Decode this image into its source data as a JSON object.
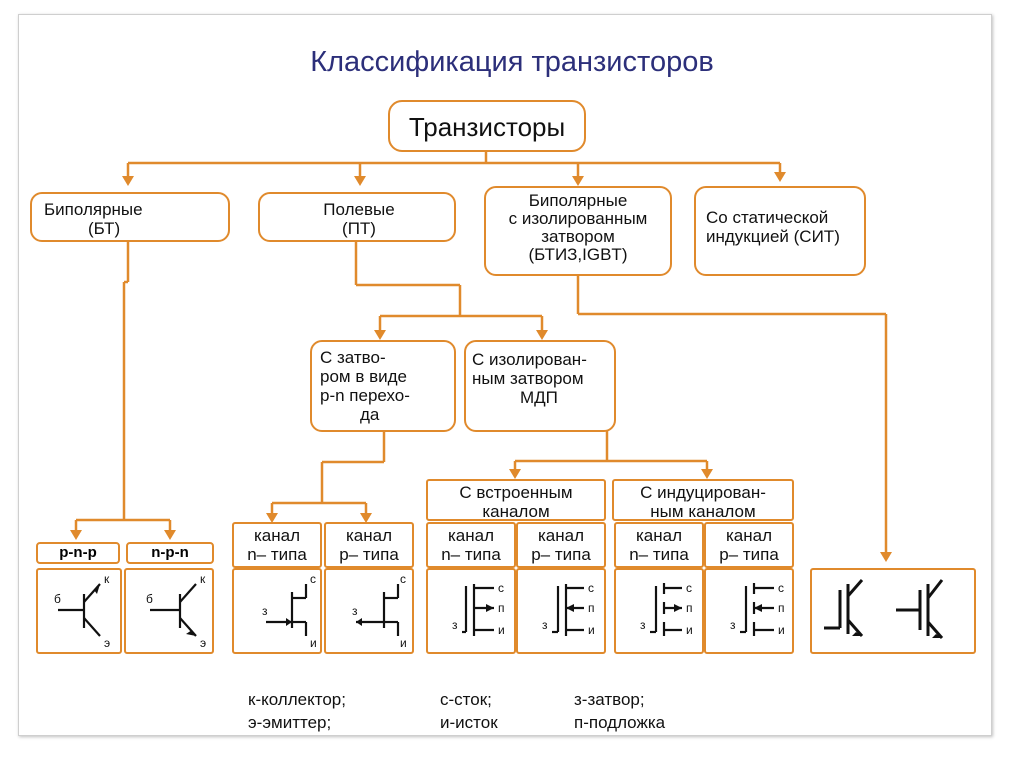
{
  "title": "Классификация транзисторов",
  "root": "Транзисторы",
  "categories": {
    "bipolar": [
      "Биполярные",
      "(БТ)"
    ],
    "field": [
      "Полевые",
      "(ПТ)"
    ],
    "igbt": [
      "Биполярные",
      "с изолированным",
      "затвором",
      "(БТИЗ,IGBT)"
    ],
    "sit": [
      "Со статической",
      "индукцией (СИТ)"
    ]
  },
  "field_types": {
    "junction": [
      "С затво-",
      "ром в виде",
      "p-n перехо-",
      "да"
    ],
    "insulated": [
      "С изолирован-",
      "ным затвором",
      "МДП"
    ]
  },
  "mdp_types": {
    "built_in": [
      "С встроенным",
      "каналом"
    ],
    "induced": [
      "С индуцирован-",
      "ным каналом"
    ]
  },
  "bjt_types": {
    "pnp": "p-n-p",
    "npn": "n-p-n"
  },
  "channels": {
    "n": [
      "канал",
      "n– типа"
    ],
    "p": [
      "канал",
      "p– типа"
    ]
  },
  "terminal_letters": {
    "base": "б",
    "collector": "к",
    "emitter": "э",
    "drain": "с",
    "source": "и",
    "gate": "з",
    "substrate": "п"
  },
  "legend": {
    "col1": [
      "к-коллектор;",
      "э-эмиттер;"
    ],
    "col2": [
      "с-сток;",
      "и-исток"
    ],
    "col3": [
      "з-затвор;",
      "п-подложка"
    ]
  },
  "colors": {
    "accent": "#e08a2c",
    "title": "#2c2f7a",
    "text": "#111111"
  }
}
